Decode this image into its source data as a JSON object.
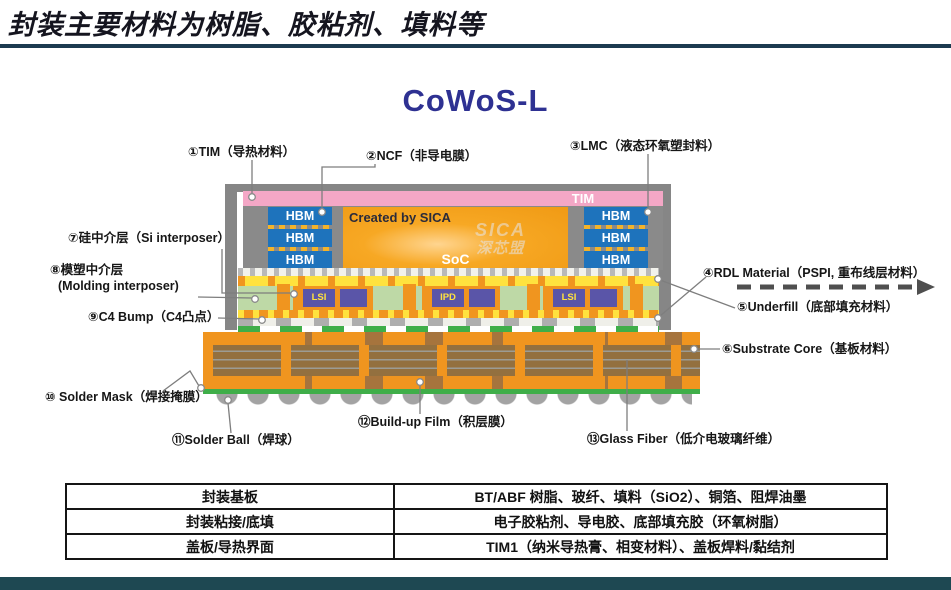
{
  "header": {
    "title": "封装主要材料为树脂、胶粘剂、填料等"
  },
  "diagram": {
    "title": "CoWoS-L",
    "package": {
      "tim_label": "TIM",
      "hbm_label": "HBM",
      "soc_label": "SoC",
      "created_by": "Created by SICA",
      "watermark_line1": "SICA",
      "watermark_line2": "深芯盟",
      "die1_label": "LSI",
      "die2_label": "IPD",
      "die3_label": "LSI"
    },
    "callouts": {
      "tim": "①TIM（导热材料）",
      "ncf": "②NCF（非导电膜）",
      "lmc": "③LMC（液态环氧塑封料）",
      "rdl": "④RDL Material（PSPI, 重布线层材料）",
      "underfill": "⑤Underfill（底部填充材料）",
      "substrate_core": "⑥Substrate Core（基板材料）",
      "si_interposer": "⑦硅中介层（Si interposer）",
      "molding_interposer_cn": "⑧模塑中介层",
      "molding_interposer_en": "(Molding interposer)",
      "c4_bump": "⑨C4 Bump（C4凸点）",
      "solder_mask": "⑩ Solder Mask（焊接掩膜）",
      "solder_ball": "⑪Solder Ball（焊球）",
      "buildup_film": "⑫Build-up Film（积层膜）",
      "glass_fiber": "⑬Glass Fiber（低介电玻璃纤维）"
    }
  },
  "table": {
    "rows": [
      {
        "category": "封装基板",
        "materials": "BT/ABF 树脂、玻纤、填料（SiO2）、铜箔、阻焊油墨"
      },
      {
        "category": "封装粘接/底填",
        "materials": "电子胶粘剂、导电胶、底部填充胶（环氧树脂）"
      },
      {
        "category": "盖板/导热界面",
        "materials": "TIM1（纳米导热膏、相变材料）、盖板焊料/黏结剂"
      }
    ]
  },
  "colors": {
    "accent_blue": "#2e3192",
    "rule_dark": "#1c3a50",
    "bottom_bar": "#1e4852",
    "tim_pink": "#f4a7c6",
    "hbm_blue": "#1e73bc",
    "soc_orange": "#f49f1c",
    "molding_gray": "#8a8a8a",
    "rdl_yellow": "#ffe23e",
    "mold_green": "#bed9a6",
    "die_purple": "#5a55a8",
    "substrate_brown": "#a6743d",
    "solder_mask_green": "#3fae49",
    "ball_gray": "#a3a3a3"
  }
}
